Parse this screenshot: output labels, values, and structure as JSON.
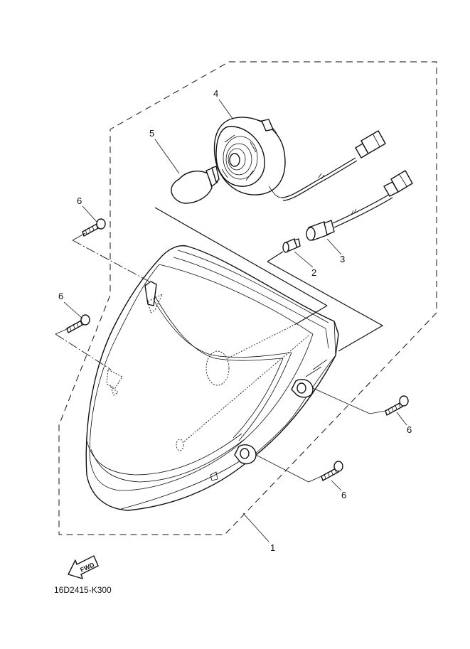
{
  "parts": [
    {
      "id": "1",
      "name": "headlight-assembly"
    },
    {
      "id": "2",
      "name": "bulb-small"
    },
    {
      "id": "3",
      "name": "bulb-socket-cord"
    },
    {
      "id": "4",
      "name": "socket-cord-assembly"
    },
    {
      "id": "5",
      "name": "bulb"
    },
    {
      "id": "6",
      "name": "screw"
    }
  ],
  "labels": {
    "l1": "1",
    "l2": "2",
    "l3": "3",
    "l4": "4",
    "l5": "5",
    "l6a": "6",
    "l6b": "6",
    "l6c": "6",
    "l6d": "6"
  },
  "fwd_label": "FWD",
  "diagram_code": "16D2415-K300"
}
